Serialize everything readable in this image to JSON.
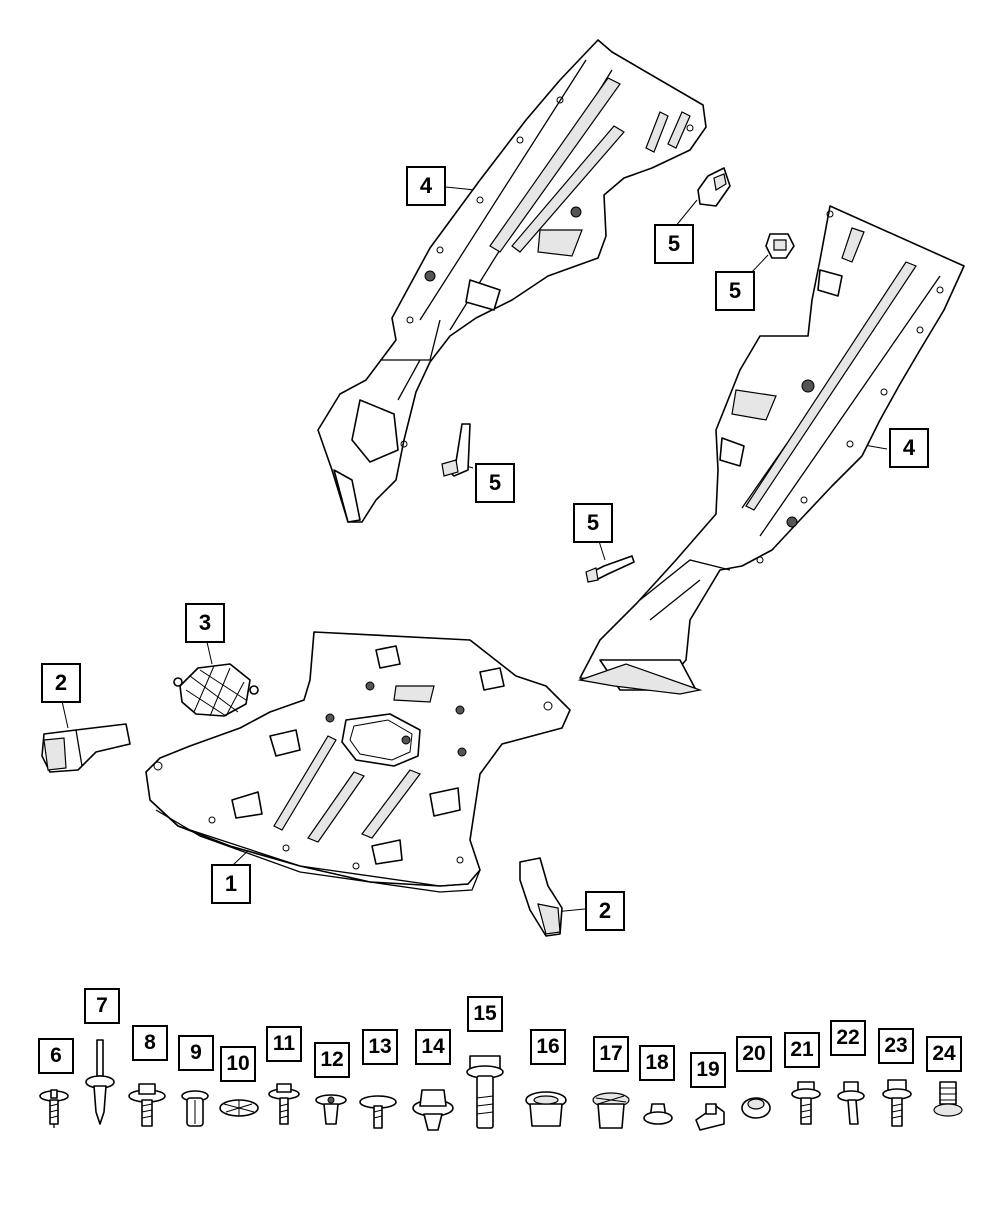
{
  "callouts": {
    "c1": "1",
    "c2a": "2",
    "c2b": "2",
    "c3": "3",
    "c4a": "4",
    "c4b": "4",
    "c5a": "5",
    "c5b": "5",
    "c5c": "5",
    "c5d": "5",
    "c6": "6",
    "c7": "7",
    "c8": "8",
    "c9": "9",
    "c10": "10",
    "c11": "11",
    "c12": "12",
    "c13": "13",
    "c14": "14",
    "c15": "15",
    "c16": "16",
    "c17": "17",
    "c18": "18",
    "c19": "19",
    "c20": "20",
    "c21": "21",
    "c22": "22",
    "c23": "23",
    "c24": "24"
  },
  "colors": {
    "line": "#000000",
    "fill": "#ffffff",
    "shade": "#d9d9d9"
  }
}
